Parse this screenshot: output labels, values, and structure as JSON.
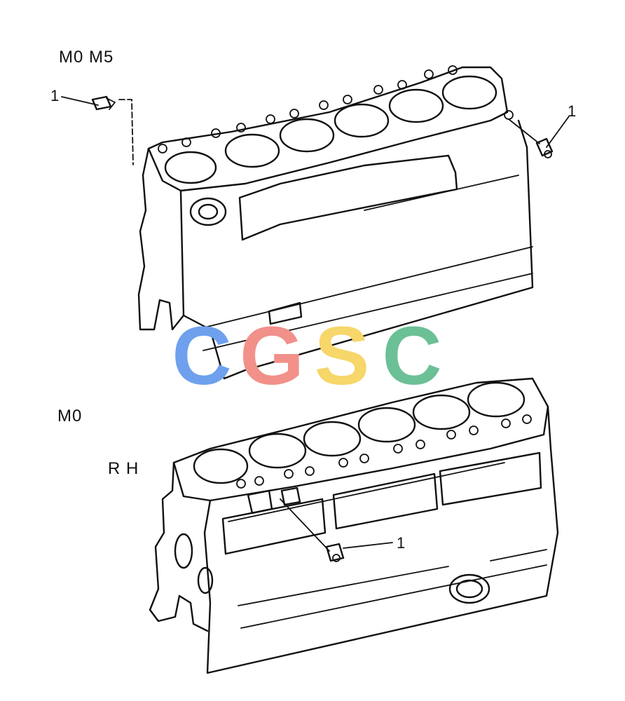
{
  "labels": {
    "top_view": "M0 M5",
    "bottom_view": "M0",
    "bottom_side": "R H"
  },
  "callouts": {
    "top_left": "1",
    "top_right": "1",
    "bottom": "1"
  },
  "watermark": {
    "letters": [
      "C",
      "G",
      "S",
      "C"
    ],
    "colors": [
      "#6ea0ee",
      "#f2908a",
      "#f7d66a",
      "#6cc095"
    ]
  }
}
